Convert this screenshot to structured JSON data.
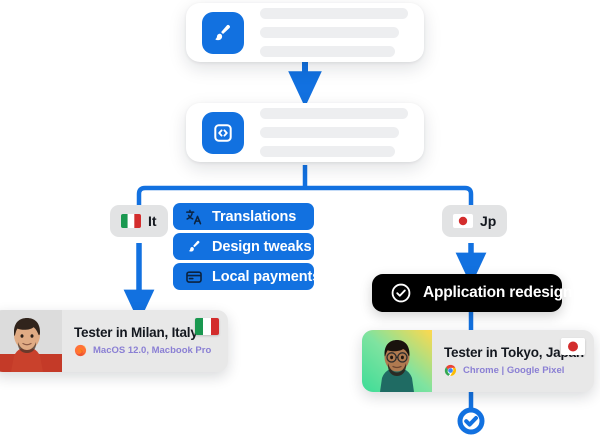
{
  "flow": {
    "cards": [
      {
        "id": "design-doc",
        "icon": "paintbrush-icon",
        "accent": "#1271e0",
        "lines": 3
      },
      {
        "id": "code-doc",
        "icon": "code-brackets-icon",
        "accent": "#1271e0",
        "lines": 3
      }
    ],
    "badges": [
      {
        "id": "badge-it",
        "label": "It",
        "flag": "italy-flag-icon"
      },
      {
        "id": "badge-jp",
        "label": "Jp",
        "flag": "japan-flag-icon"
      }
    ],
    "tasks": [
      {
        "label": "Translations",
        "icon": "translate-icon"
      },
      {
        "label": "Design tweaks",
        "icon": "paintbrush-icon"
      },
      {
        "label": "Local payments",
        "icon": "credit-card-icon"
      }
    ],
    "milestone": {
      "label": "Application redesign",
      "icon": "check-circle-icon"
    },
    "endpoint": {
      "icon": "check-circle-icon",
      "color": "#1271e0"
    },
    "testers": [
      {
        "name": "Tester in Milan, Italy",
        "device": "MacOS 12.0, Macbook Pro",
        "browser_icon": "firefox-icon",
        "flag": "italy-flag-icon"
      },
      {
        "name": "Tester in Tokyo, Japan",
        "device": "Chrome | Google Pixel",
        "browser_icon": "chrome-icon",
        "flag": "japan-flag-icon"
      }
    ]
  },
  "colors": {
    "accent_blue": "#1271e0",
    "badge_gray": "#e2e3e4",
    "card_gray": "#e8e8e8",
    "placeholder_gray": "#edeef0",
    "milestone_black": "#000000",
    "meta_purple": "#8a7fd4"
  }
}
